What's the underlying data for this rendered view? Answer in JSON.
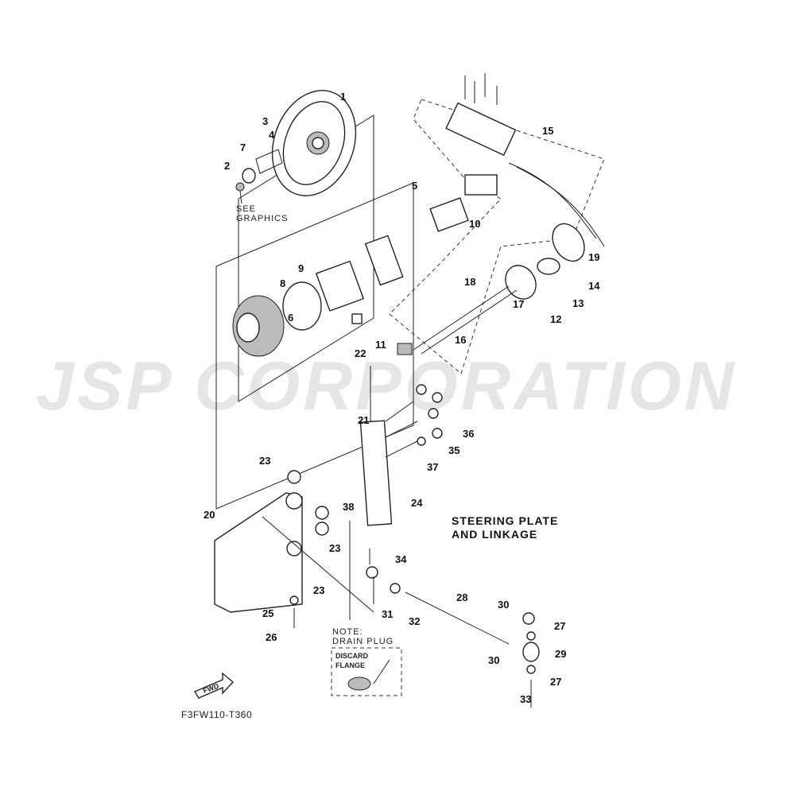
{
  "watermark": "JSP CORPORATION",
  "title_line1": "STEERING PLATE",
  "title_line2": "AND LINKAGE",
  "see_graphics": [
    "SEE",
    "GRAPHICS"
  ],
  "note": {
    "line1": "NOTE:",
    "line2": "DRAIN PLUG",
    "discard1": "DISCARD",
    "discard2": "FLANGE"
  },
  "fwd_label": "FWD",
  "diagram_code": "F3FW110-T360",
  "callouts": [
    "1",
    "3",
    "4",
    "7",
    "2",
    "5",
    "15",
    "10",
    "19",
    "8",
    "9",
    "6",
    "14",
    "13",
    "18",
    "17",
    "12",
    "11",
    "16",
    "22",
    "21",
    "36",
    "35",
    "37",
    "23",
    "24",
    "38",
    "20",
    "23",
    "34",
    "23",
    "25",
    "31",
    "32",
    "28",
    "30",
    "27",
    "26",
    "30",
    "29",
    "27",
    "33"
  ]
}
